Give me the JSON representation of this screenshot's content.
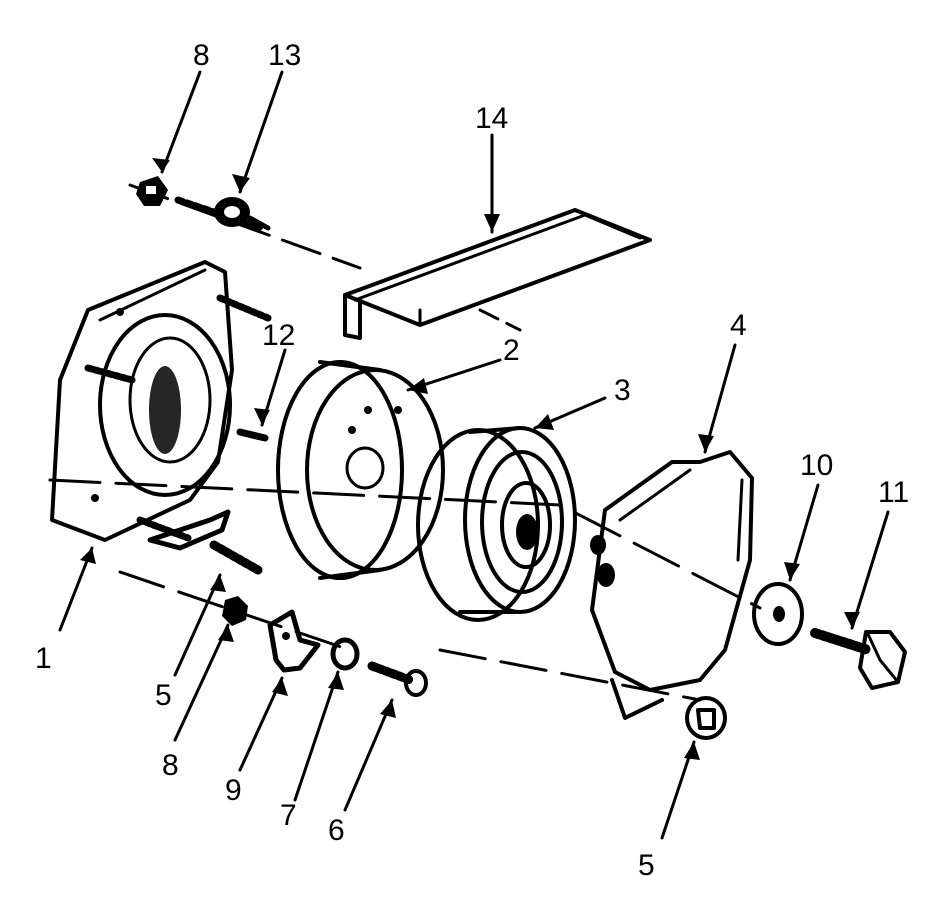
{
  "callouts": [
    {
      "id": "c1",
      "label": "1"
    },
    {
      "id": "c2",
      "label": "2"
    },
    {
      "id": "c3",
      "label": "3"
    },
    {
      "id": "c4",
      "label": "4"
    },
    {
      "id": "c5a",
      "label": "5"
    },
    {
      "id": "c5b",
      "label": "5"
    },
    {
      "id": "c6",
      "label": "6"
    },
    {
      "id": "c7",
      "label": "7"
    },
    {
      "id": "c8a",
      "label": "8"
    },
    {
      "id": "c8b",
      "label": "8"
    },
    {
      "id": "c9",
      "label": "9"
    },
    {
      "id": "c10",
      "label": "10"
    },
    {
      "id": "c11",
      "label": "11"
    },
    {
      "id": "c12",
      "label": "12"
    },
    {
      "id": "c13",
      "label": "13"
    },
    {
      "id": "c14",
      "label": "14"
    }
  ],
  "colors": {
    "ink": "#000000",
    "paper": "#ffffff"
  }
}
